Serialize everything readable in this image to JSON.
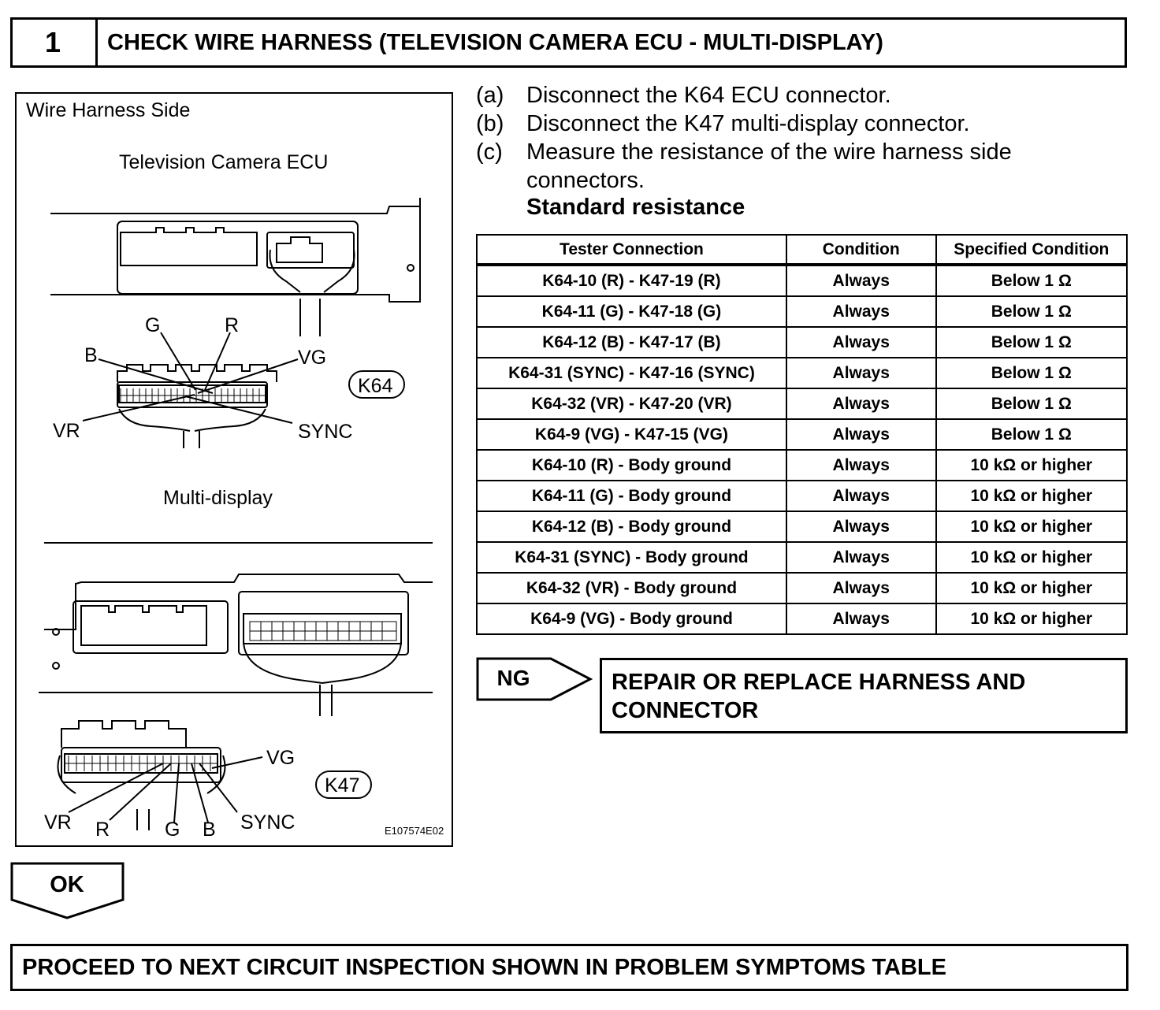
{
  "step": {
    "number": "1",
    "title": "CHECK WIRE HARNESS (TELEVISION CAMERA ECU - MULTI-DISPLAY)"
  },
  "figure": {
    "heading": "Wire Harness Side",
    "ecu_title": "Television Camera ECU",
    "display_title": "Multi-display",
    "k64": {
      "connector": "K64",
      "labels": {
        "g": "G",
        "r": "R",
        "b": "B",
        "vg": "VG",
        "vr": "VR",
        "sync": "SYNC"
      }
    },
    "k47": {
      "connector": "K47",
      "labels": {
        "vg": "VG",
        "vr": "VR",
        "r": "R",
        "g": "G",
        "b": "B",
        "sync": "SYNC"
      }
    },
    "code": "E107574E02"
  },
  "instructions": [
    {
      "label": "(a)",
      "text": "Disconnect the K64 ECU connector."
    },
    {
      "label": "(b)",
      "text": "Disconnect the K47 multi-display connector."
    },
    {
      "label": "(c)",
      "text": "Measure the resistance of the wire harness side",
      "text2": "connectors."
    }
  ],
  "standard_heading": "Standard resistance",
  "table": {
    "headers": [
      "Tester Connection",
      "Condition",
      "Specified Condition"
    ],
    "rows": [
      [
        "K64-10 (R) - K47-19 (R)",
        "Always",
        "Below 1 Ω"
      ],
      [
        "K64-11 (G) - K47-18 (G)",
        "Always",
        "Below 1 Ω"
      ],
      [
        "K64-12 (B) - K47-17 (B)",
        "Always",
        "Below 1 Ω"
      ],
      [
        "K64-31 (SYNC) - K47-16 (SYNC)",
        "Always",
        "Below 1 Ω"
      ],
      [
        "K64-32 (VR) - K47-20 (VR)",
        "Always",
        "Below 1 Ω"
      ],
      [
        "K64-9 (VG) - K47-15 (VG)",
        "Always",
        "Below 1 Ω"
      ],
      [
        "K64-10 (R) - Body ground",
        "Always",
        "10 kΩ or higher"
      ],
      [
        "K64-11 (G) - Body ground",
        "Always",
        "10 kΩ or higher"
      ],
      [
        "K64-12 (B) - Body ground",
        "Always",
        "10 kΩ or higher"
      ],
      [
        "K64-31 (SYNC) - Body ground",
        "Always",
        "10 kΩ or higher"
      ],
      [
        "K64-32 (VR) - Body ground",
        "Always",
        "10 kΩ or higher"
      ],
      [
        "K64-9 (VG) - Body ground",
        "Always",
        "10 kΩ or higher"
      ]
    ]
  },
  "ng": {
    "label": "NG",
    "action": "REPAIR OR REPLACE HARNESS AND\nCONNECTOR"
  },
  "ok": {
    "label": "OK",
    "action": "PROCEED TO NEXT CIRCUIT INSPECTION SHOWN IN PROBLEM SYMPTOMS TABLE"
  }
}
